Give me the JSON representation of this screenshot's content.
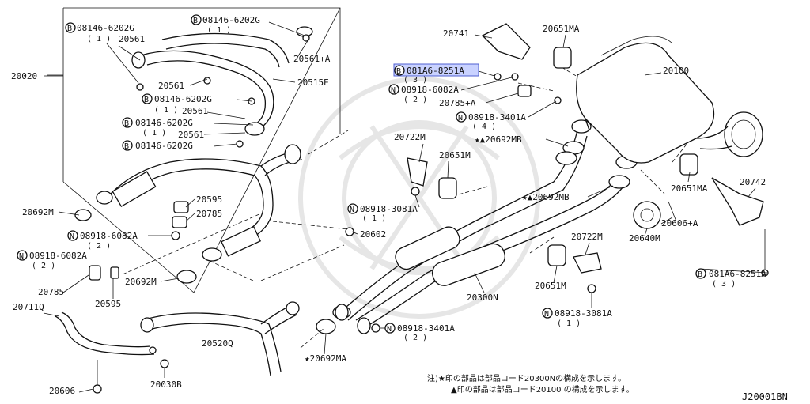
{
  "labels": {
    "l_20020": "20020",
    "l_08146_a": "08146-6202G",
    "l_08146_a_q": "( 1 )",
    "l_20561_a": "20561",
    "l_08146_b": "08146-6202G",
    "l_08146_b_q": "( 1 )",
    "l_20561_plus_a": "20561+A",
    "l_20515e": "20515E",
    "l_20561_b": "20561",
    "l_08146_c": "08146-6202G",
    "l_08146_c_q": "( 1 )",
    "l_20561_c": "20561",
    "l_08146_d": "08146-6202G",
    "l_08146_d_q": "( 1 )",
    "l_20561_d": "20561",
    "l_08146_e": "08146-6202G",
    "l_20692m_a": "20692M",
    "l_20595_a": "20595",
    "l_20785_a": "20785",
    "l_08918_6082a_a": "08918-6082A",
    "l_08918_6082a_a_q": "( 2 )",
    "l_08918_6082a_b": "08918-6082A",
    "l_08918_6082a_b_q": "( 2 )",
    "l_20785_b": "20785",
    "l_20595_b": "20595",
    "l_20692m_b": "20692M",
    "l_20711q": "20711Q",
    "l_20520q": "20520Q",
    "l_20606": "20606",
    "l_20030b": "20030B",
    "l_20741": "20741",
    "l_20651ma_a": "20651MA",
    "l_081a6_a": "081A6-8251A",
    "l_081a6_a_q": "( 3 )",
    "l_08918_6082a_c": "08918-6082A",
    "l_08918_6082a_c_q": "( 2 )",
    "l_20785_plus_a": "20785+A",
    "l_20100": "20100",
    "l_08918_3401a_a": "08918-3401A",
    "l_08918_3401a_a_q": "( 4 )",
    "l_20692mb_a": "★▲20692MB",
    "l_20722m_a": "20722M",
    "l_20651m_a": "20651M",
    "l_20692mb_b": "★▲20692MB",
    "l_08918_3081a_a": "08918-3081A",
    "l_08918_3081a_a_q": "( 1 )",
    "l_20602": "20602",
    "l_20651ma_b": "20651MA",
    "l_20742": "20742",
    "l_20606_plus_a": "20606+A",
    "l_20640m": "20640M",
    "l_20722m_b": "20722M",
    "l_20651m_b": "20651M",
    "l_081a6_b": "081A6-8251A",
    "l_081a6_b_q": "( 3 )",
    "l_20300n": "20300N",
    "l_08918_3081a_b": "08918-3081A",
    "l_08918_3081a_b_q": "( 1 )",
    "l_08918_3401a_b": "08918-3401A",
    "l_08918_3401a_b_q": "( 2 )",
    "l_20692ma": "★20692MA"
  },
  "prefix": {
    "bolt_symbol": "B",
    "nut_symbol": "N"
  },
  "notes": {
    "line1": "注)★印の部品は部品コード20300Nの構成を示します。",
    "line2": "▲印の部品は部品コード20100 の構成を示します。"
  },
  "diagram_ref": "J20001BN",
  "colors": {
    "line": "#111111",
    "highlight_fill": "#c9d2ff",
    "highlight_border": "#5060d0",
    "watermark": "#e6e6e6"
  }
}
